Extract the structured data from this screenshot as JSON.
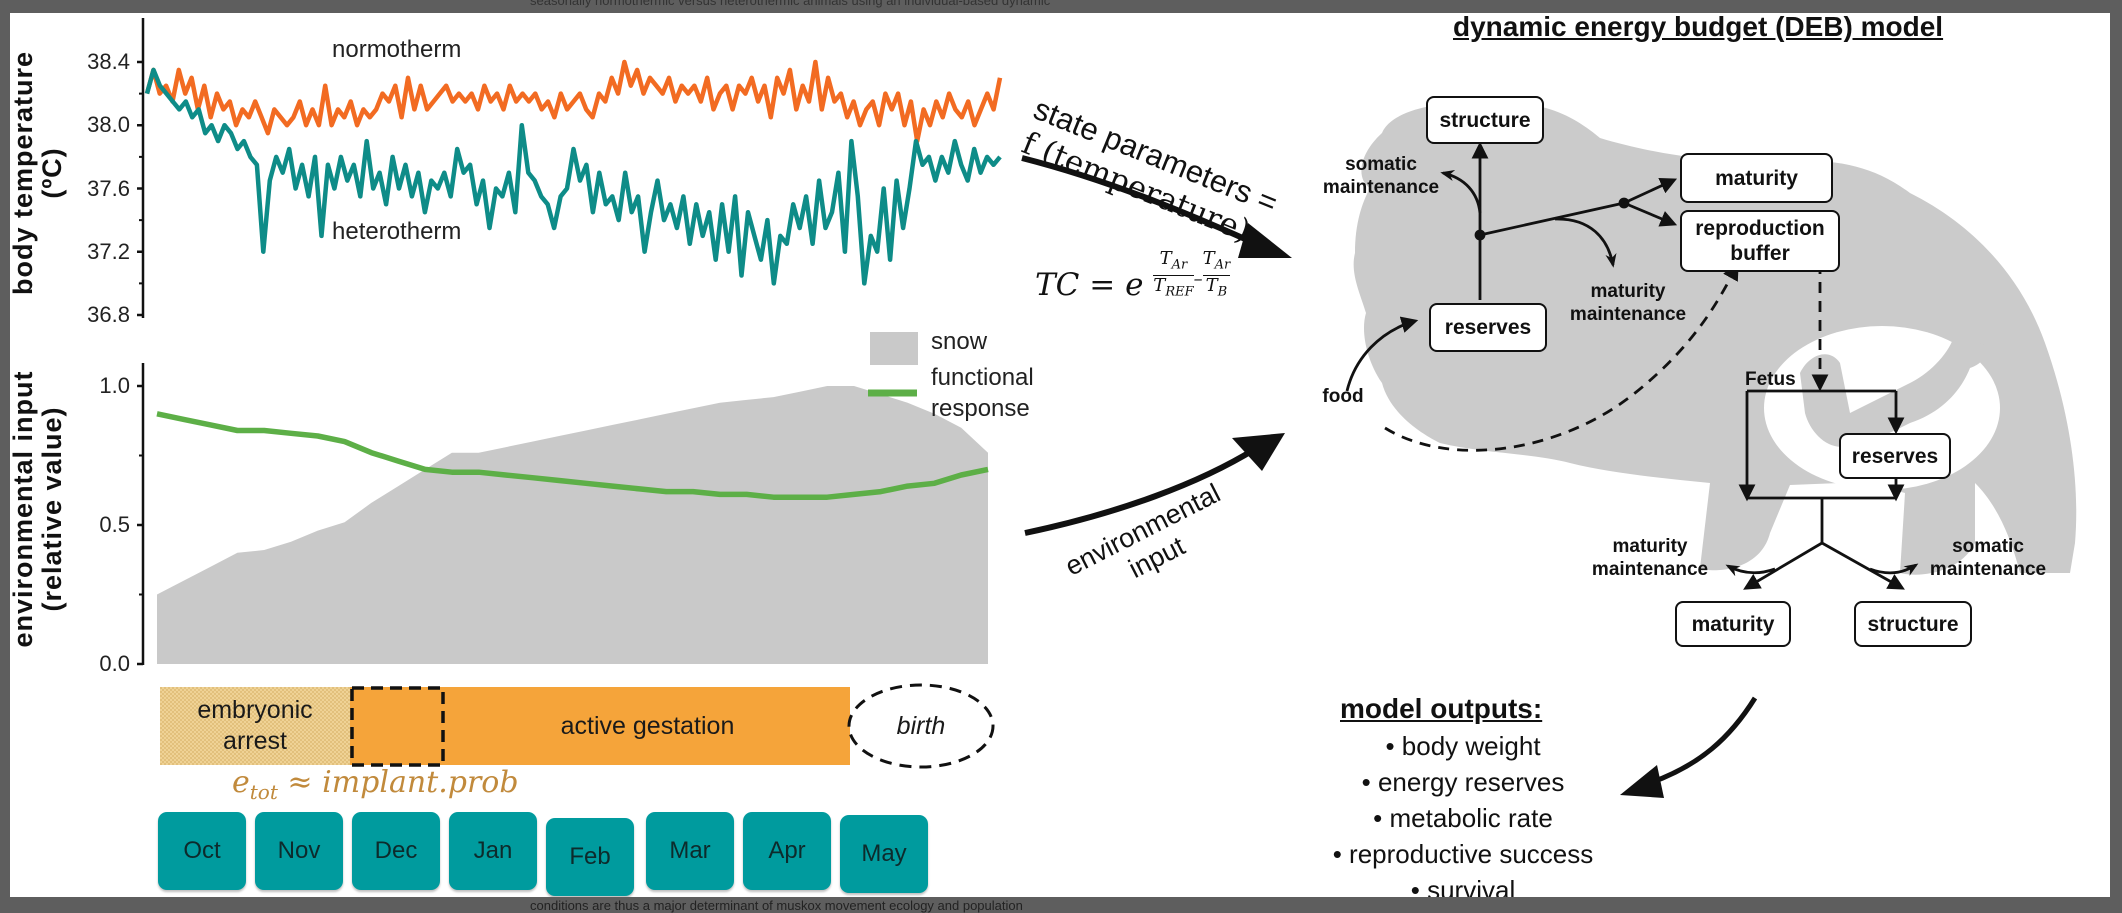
{
  "captions": {
    "top": "seasonally normothermic versus heterothermic animals using an individual-based dynamic",
    "bottom": "conditions are thus a major determinant of muskox movement ecology and population"
  },
  "colors": {
    "normotherm": "#f26b22",
    "heterotherm": "#0e8c88",
    "snow": "#c9c9c9",
    "functional_response": "#5daf47",
    "embryonic_arrest": "#ecca85",
    "gestation": "#f5a43a",
    "month_box": "#009b9e",
    "implant_text": "#c18a3c",
    "silhouette": "#cbcbcb"
  },
  "chart_data": [
    {
      "type": "line",
      "title": "",
      "xlabel": "",
      "ylabel": "body temperature (ºC)",
      "ylim": [
        36.8,
        38.6
      ],
      "yticks": [
        "38.4",
        "38.0",
        "37.6",
        "37.2",
        "36.8"
      ],
      "ytick_values": [
        38.4,
        38.0,
        37.6,
        37.2,
        36.8
      ],
      "x_range": [
        "Oct",
        "May"
      ],
      "grid": false,
      "series": [
        {
          "name": "normotherm",
          "values": [
            38.2,
            38.35,
            38.2,
            38.25,
            38.15,
            38.35,
            38.2,
            38.3,
            38.1,
            38.25,
            38.05,
            38.2,
            38.1,
            38.15,
            38.0,
            38.1,
            38.05,
            38.15,
            38.05,
            37.95,
            38.1,
            38.05,
            38.0,
            38.05,
            38.15,
            38.0,
            38.1,
            38.0,
            38.25,
            38.0,
            38.1,
            38.05,
            38.15,
            38.0,
            38.1,
            38.05,
            38.1,
            38.2,
            38.15,
            38.25,
            38.05,
            38.3,
            38.1,
            38.25,
            38.1,
            38.15,
            38.2,
            38.25,
            38.15,
            38.2,
            38.15,
            38.2,
            38.1,
            38.25,
            38.15,
            38.2,
            38.1,
            38.25,
            38.15,
            38.2,
            38.15,
            38.2,
            38.1,
            38.15,
            38.05,
            38.2,
            38.1,
            38.15,
            38.2,
            38.1,
            38.05,
            38.2,
            38.15,
            38.3,
            38.2,
            38.4,
            38.25,
            38.35,
            38.2,
            38.3,
            38.25,
            38.2,
            38.3,
            38.15,
            38.25,
            38.2,
            38.25,
            38.15,
            38.3,
            38.1,
            38.2,
            38.25,
            38.1,
            38.25,
            38.2,
            38.3,
            38.15,
            38.25,
            38.05,
            38.3,
            38.2,
            38.35,
            38.1,
            38.25,
            38.15,
            38.4,
            38.1,
            38.3,
            38.15,
            38.2,
            38.05,
            38.15,
            38.0,
            38.1,
            38.15,
            38.0,
            38.2,
            38.1,
            38.2,
            38.0,
            38.15,
            37.9,
            38.1,
            38.0,
            38.15,
            38.05,
            38.2,
            38.1,
            38.05,
            38.15,
            38.0,
            38.1,
            38.2,
            38.1,
            38.3
          ],
          "note": "approximate daily body temperature, normothermic animal"
        },
        {
          "name": "heterotherm",
          "values": [
            38.2,
            38.35,
            38.25,
            38.2,
            38.15,
            38.1,
            38.15,
            38.05,
            38.1,
            37.95,
            38.0,
            37.9,
            38.0,
            37.95,
            37.85,
            37.9,
            37.8,
            37.75,
            37.2,
            37.65,
            37.8,
            37.7,
            37.85,
            37.6,
            37.75,
            37.55,
            37.8,
            37.3,
            37.75,
            37.6,
            37.8,
            37.65,
            37.75,
            37.55,
            37.9,
            37.6,
            37.7,
            37.5,
            37.8,
            37.6,
            37.75,
            37.55,
            37.7,
            37.45,
            37.65,
            37.6,
            37.7,
            37.55,
            37.85,
            37.7,
            37.75,
            37.5,
            37.65,
            37.35,
            37.6,
            37.55,
            37.7,
            37.45,
            38.0,
            37.7,
            37.65,
            37.55,
            37.5,
            37.35,
            37.55,
            37.6,
            37.85,
            37.65,
            37.75,
            37.45,
            37.7,
            37.5,
            37.55,
            37.4,
            37.7,
            37.45,
            37.55,
            37.2,
            37.45,
            37.65,
            37.4,
            37.5,
            37.35,
            37.55,
            37.25,
            37.5,
            37.3,
            37.45,
            37.15,
            37.5,
            37.2,
            37.55,
            37.05,
            37.45,
            37.3,
            37.15,
            37.4,
            37.0,
            37.3,
            37.25,
            37.5,
            37.35,
            37.55,
            37.25,
            37.65,
            37.35,
            37.45,
            37.7,
            37.2,
            37.9,
            37.55,
            37.0,
            37.3,
            37.2,
            37.6,
            37.15,
            37.65,
            37.35,
            37.6,
            37.9,
            37.75,
            37.8,
            37.65,
            37.8,
            37.7,
            37.9,
            37.75,
            37.65,
            37.85,
            37.7,
            37.8,
            37.75,
            37.8
          ],
          "note": "approximate daily body temperature, heterothermic animal"
        }
      ]
    },
    {
      "type": "area",
      "title": "",
      "xlabel": "",
      "ylabel": "environmental input (relative value)",
      "ylim": [
        0.0,
        1.1
      ],
      "yticks": [
        "1.0",
        "0.5",
        "0.0"
      ],
      "ytick_values": [
        1.0,
        0.5,
        0.0
      ],
      "grid": false,
      "legend": {
        "position": "top-right",
        "entries": [
          "snow",
          "functional response"
        ]
      },
      "x": [
        0,
        1,
        2,
        3,
        4,
        5,
        6,
        7,
        8,
        9,
        10,
        11,
        12,
        13,
        14,
        15,
        16,
        17,
        18,
        19,
        20,
        21,
        22,
        23,
        24,
        25,
        26,
        27,
        28,
        29,
        30,
        31
      ],
      "series": [
        {
          "name": "snow",
          "style": "area",
          "values": [
            0.25,
            0.3,
            0.35,
            0.4,
            0.41,
            0.44,
            0.48,
            0.51,
            0.58,
            0.64,
            0.7,
            0.76,
            0.76,
            0.78,
            0.8,
            0.82,
            0.84,
            0.86,
            0.88,
            0.9,
            0.92,
            0.94,
            0.95,
            0.96,
            0.98,
            1.0,
            1.0,
            0.97,
            0.94,
            0.9,
            0.85,
            0.76
          ]
        },
        {
          "name": "functional response",
          "style": "line",
          "values": [
            0.9,
            0.88,
            0.86,
            0.84,
            0.84,
            0.83,
            0.82,
            0.8,
            0.76,
            0.73,
            0.7,
            0.69,
            0.69,
            0.68,
            0.67,
            0.66,
            0.65,
            0.64,
            0.63,
            0.62,
            0.62,
            0.61,
            0.61,
            0.6,
            0.6,
            0.6,
            0.61,
            0.62,
            0.64,
            0.65,
            0.68,
            0.7
          ]
        }
      ]
    }
  ],
  "temperature_chart": {
    "ylabel_line1": "body temperature",
    "ylabel_line2": "(ºC)",
    "label_normotherm": "normotherm",
    "label_heterotherm": "heterotherm"
  },
  "environment_chart": {
    "ylabel_line1": "environmental input",
    "ylabel_line2": "(relative value)",
    "legend_snow": "snow",
    "legend_fr_line1": "functional",
    "legend_fr_line2": "response"
  },
  "gestation": {
    "embryonic_line1": "embryonic",
    "embryonic_line2": "arrest",
    "active": "active gestation",
    "birth": "birth",
    "implant_lhs": "e",
    "implant_sub": "tot",
    "implant_rhs": " ≈ implant.prob"
  },
  "months": [
    "Oct",
    "Nov",
    "Dec",
    "Jan",
    "Feb",
    "Mar",
    "Apr",
    "May"
  ],
  "arrows": {
    "state_params_line1": "state parameters =",
    "state_params_line2": "f (temperature)",
    "formula_lhs": "TC = e",
    "formula_num1": "T",
    "formula_num1_sub": "Ar",
    "formula_den1": "T",
    "formula_den1_sub": "REF",
    "formula_num2": "T",
    "formula_num2_sub": "Ar",
    "formula_den2": "T",
    "formula_den2_sub": "B",
    "env_input_line1": "environmental",
    "env_input_line2": "input"
  },
  "deb": {
    "title": "dynamic energy budget (DEB) model",
    "mother": {
      "structure": "structure",
      "maturity": "maturity",
      "repro_line1": "reproduction",
      "repro_line2": "buffer",
      "reserves": "reserves",
      "somatic_line1": "somatic",
      "somatic_line2": "maintenance",
      "mat_maint_line1": "maturity",
      "mat_maint_line2": "maintenance",
      "food": "food"
    },
    "fetus": {
      "label": "Fetus",
      "reserves": "reserves",
      "maturity": "maturity",
      "structure": "structure",
      "mat_maint_line1": "maturity",
      "mat_maint_line2": "maintenance",
      "somatic_line1": "somatic",
      "somatic_line2": "maintenance"
    }
  },
  "outputs": {
    "title": "model outputs:",
    "items": [
      "body weight",
      "energy reserves",
      "metabolic rate",
      "reproductive success",
      "survival"
    ]
  }
}
